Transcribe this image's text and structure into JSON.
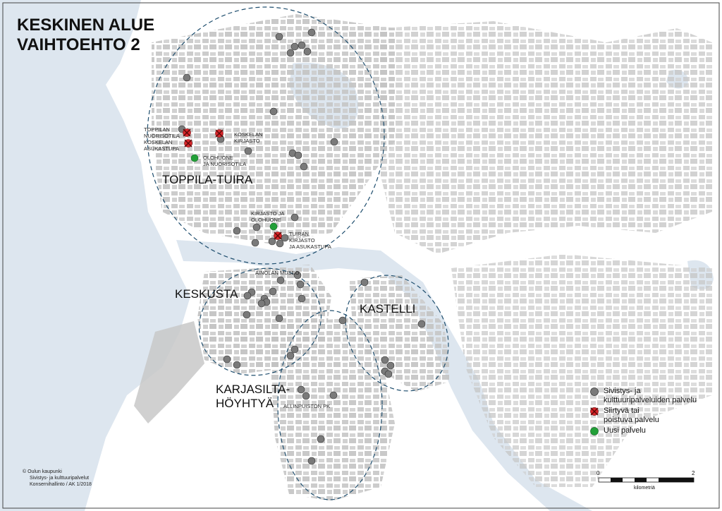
{
  "title": {
    "line1": "KESKINEN ALUE",
    "line2": "VAIHTOEHTO 2"
  },
  "areas": {
    "toppila_tuira": "TOPPILA-TUIRA",
    "keskusta": "KESKUSTA",
    "kastelli": "KASTELLI",
    "karjasilta_line1": "KARJASILTA-",
    "karjasilta_line2": "HÖYHTYÄ"
  },
  "poi_labels": {
    "toppilan_1": "TOPPILAN",
    "toppilan_2": "NUORISOTILA",
    "koskelan_asu_1": "KOSKELAN",
    "koskelan_asu_2": "ASUKASTUPA",
    "koskelan_kir_1": "KOSKELAN",
    "koskelan_kir_2": "KIRJASTO",
    "olohuone_1": "OLOHUONE",
    "olohuone_2": "JA NUORISOTILA",
    "kirjasto_1": "KIRJASTO JA",
    "kirjasto_2": "OLOHUONE",
    "tuiran_1": "TUIRAN",
    "tuiran_2": "KIRJASTO",
    "tuiran_3": "JA ASUKASTUPA",
    "ainolan": "AINOLAN MUSEO",
    "allinpuiston": "ALLINPUISTON PK"
  },
  "legend": {
    "existing": "Sivistys- ja\nkulttuuripalveluiden palvelu",
    "moving": "Siirtyvä tai\npoistuva palvelu",
    "new": "Uusi palvelu",
    "existing_icon": "grey-circle-icon",
    "moving_icon": "red-crossed-circle-icon",
    "new_icon": "green-circle-icon"
  },
  "scale_bar": {
    "start": "0",
    "end": "2",
    "unit": "kilometriä"
  },
  "credits": {
    "line1": "© Oulun kaupunki",
    "line2": "Sivistys- ja kulttuuripalvelut",
    "line3": "Konsernihallinto / AK 1/2018"
  },
  "colors": {
    "existing": "#7a7a7a",
    "moving": "#d9262b",
    "new": "#22a038",
    "water": "#dde6ef",
    "buildings": "#c6c6c6",
    "circles": "#1f4e6e"
  }
}
